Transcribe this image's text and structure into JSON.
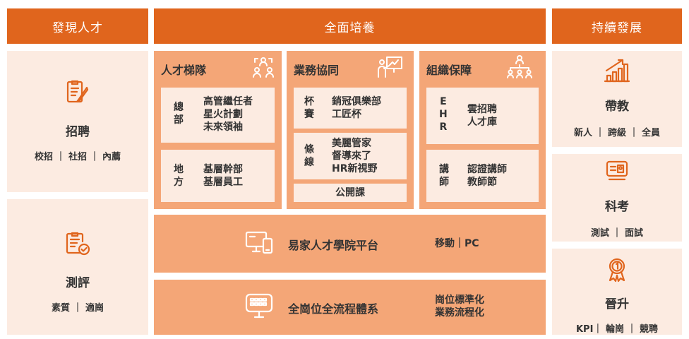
{
  "headers": {
    "left": "發現人才",
    "center": "全面培養",
    "right": "持續發展"
  },
  "left_panels": [
    {
      "icon": "recruit-form-icon",
      "title": "招聘",
      "sub": "校招 ｜ 社招 ｜ 內薦"
    },
    {
      "icon": "assessment-clipboard-icon",
      "title": "測評",
      "sub": "素質 ｜ 適崗"
    }
  ],
  "right_panels": [
    {
      "icon": "growth-chart-icon",
      "title": "帶教",
      "sub": "新人 ｜ 跨級 ｜ 全員"
    },
    {
      "icon": "exam-screen-icon",
      "title": "科考",
      "sub": "測試 ｜ 面試"
    },
    {
      "icon": "promotion-medal-icon",
      "title": "晉升",
      "sub": "KPI｜ 輪崗 ｜ 競聘"
    }
  ],
  "columns": {
    "talent": {
      "title": "人才梯隊",
      "icon": "team-hierarchy-icon",
      "cards": [
        {
          "label": [
            "總",
            "部"
          ],
          "items": [
            "高管繼任者",
            "星火計劃",
            "未來領袖"
          ]
        },
        {
          "label": [
            "地",
            "方"
          ],
          "items": [
            "基層幹部",
            "基層員工"
          ]
        }
      ]
    },
    "business": {
      "title": "業務協同",
      "icon": "presenter-board-icon",
      "cards": [
        {
          "label": [
            "杯",
            "賽"
          ],
          "items": [
            "銷冠俱樂部",
            "工匠杯"
          ]
        },
        {
          "label": [
            "條",
            "線"
          ],
          "items": [
            "美麗管家",
            "督導來了",
            "HR新視野"
          ]
        }
      ],
      "footer": "公開課"
    },
    "org": {
      "title": "組織保障",
      "icon": "org-structure-icon",
      "cards": [
        {
          "label": [
            "E",
            "H",
            "R"
          ],
          "items": [
            "雲招聘",
            "人才庫"
          ]
        },
        {
          "label": [
            "講",
            "師"
          ],
          "items": [
            "認證講師",
            "教師節"
          ]
        }
      ]
    }
  },
  "bands": [
    {
      "icon": "devices-icon",
      "title": "易家人才學院平台",
      "side": [
        "移動｜PC"
      ]
    },
    {
      "icon": "keyboard-monitor-icon",
      "title": "全崗位全流程體系",
      "side": [
        "崗位標準化",
        "業務流程化"
      ]
    }
  ],
  "colors": {
    "accent": "#e0651d",
    "panel_light": "#fcebe1",
    "panel_mid": "#f4a677"
  }
}
